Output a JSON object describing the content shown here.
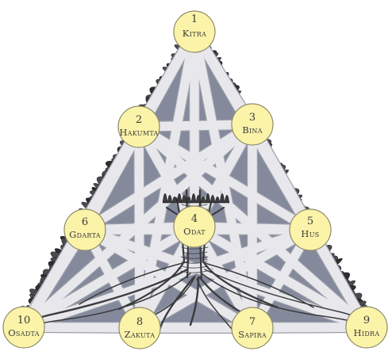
{
  "palette": {
    "background": "#ffffff",
    "triangle_fill": "#848a9c",
    "beam": "#e8e8ec",
    "node_fill": "#fbf3a8",
    "foliage": "#3a3a3c"
  },
  "nodes": [
    {
      "num": "1",
      "name": "Kitra"
    },
    {
      "num": "2",
      "name": "Hakumta"
    },
    {
      "num": "3",
      "name": "Bina"
    },
    {
      "num": "4",
      "name": "Odat"
    },
    {
      "num": "5",
      "name": "Hus"
    },
    {
      "num": "6",
      "name": "Gdarta"
    },
    {
      "num": "7",
      "name": "Sapira"
    },
    {
      "num": "8",
      "name": "Zakuta"
    },
    {
      "num": "9",
      "name": "Hidra"
    },
    {
      "num": "10",
      "name": "Osadta"
    }
  ]
}
